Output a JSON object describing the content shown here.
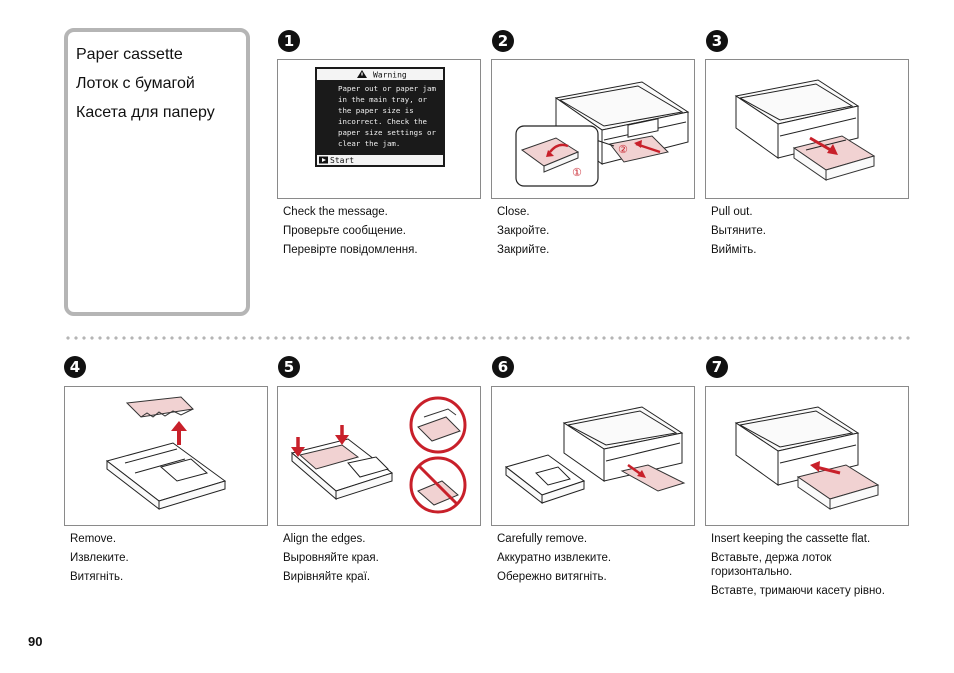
{
  "title": {
    "lines": [
      "Paper cassette",
      "Лоток с бумагой",
      "Касета для паперу"
    ]
  },
  "page_number": "90",
  "lcd": {
    "header": "Warning",
    "lines": [
      "Paper out or paper jam",
      "in the main tray, or",
      "the paper size is",
      "incorrect. Check the",
      "paper size settings or",
      "clear the jam."
    ],
    "button_label": "Start"
  },
  "callouts": {
    "one": "①",
    "two": "②"
  },
  "steps": [
    {
      "num": "1",
      "captions": [
        "Check the message.",
        "Проверьте сообщение.",
        "Перевірте повідомлення."
      ]
    },
    {
      "num": "2",
      "captions": [
        "Close.",
        "Закройте.",
        "Закрийте."
      ]
    },
    {
      "num": "3",
      "captions": [
        "Pull out.",
        "Вытяните.",
        "Вийміть."
      ]
    },
    {
      "num": "4",
      "captions": [
        "Remove.",
        "Извлеките.",
        "Витягніть."
      ]
    },
    {
      "num": "5",
      "captions": [
        "Align the edges.",
        "Выровняйте края.",
        "Вирівняйте краї."
      ]
    },
    {
      "num": "6",
      "captions": [
        "Carefully remove.",
        "Аккуратно извлеките.",
        "Обережно витягніть."
      ]
    },
    {
      "num": "7",
      "captions": [
        "Insert keeping the cassette flat.",
        "Вставьте, держа лоток горизонтально.",
        "Вставте, тримаючи касету рівно."
      ]
    }
  ],
  "colors": {
    "accent_red": "#c8202a",
    "paper_pink": "#f1d2d2",
    "box_border": "#b5b5b5"
  }
}
